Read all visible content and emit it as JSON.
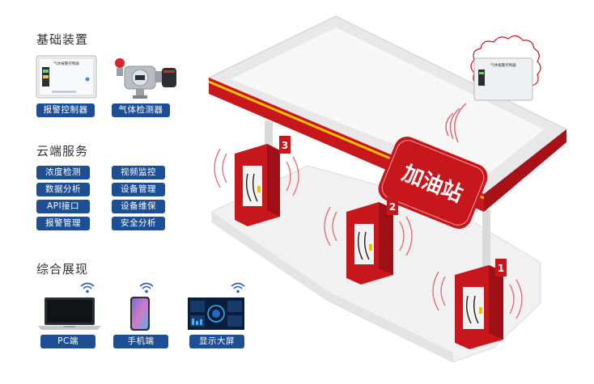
{
  "sections": {
    "basic": {
      "title": "基础装置",
      "items": [
        {
          "label": "报警控制器",
          "device_text": "气体报警控制器"
        },
        {
          "label": "气体检测器"
        }
      ]
    },
    "cloud": {
      "title": "云端服务",
      "items": [
        "浓度检测",
        "视频监控",
        "数据分析",
        "设备管理",
        "API接口",
        "设备维保",
        "报警管理",
        "安全分析"
      ]
    },
    "display": {
      "title": "综合展现",
      "items": [
        {
          "label": "PC端"
        },
        {
          "label": "手机端"
        },
        {
          "label": "显示大屏"
        }
      ]
    }
  },
  "scene": {
    "station_sign": "加油站",
    "pump_numbers": [
      "3",
      "2",
      "1"
    ],
    "wall_controller_text": "气体报警控制器"
  },
  "colors": {
    "pill_blue": "#1c4f93",
    "station_red": "#c8161d",
    "canopy_gray": "#e6e6e6",
    "ground_gray": "#f0f0f0",
    "wifi_blue": "#2e63b8",
    "signal_red": "#d8303a"
  },
  "icons": [
    "controller-device-icon",
    "gas-detector-icon",
    "laptop-icon",
    "phone-icon",
    "big-screen-icon",
    "wifi-icon",
    "signal-wave-icon"
  ]
}
